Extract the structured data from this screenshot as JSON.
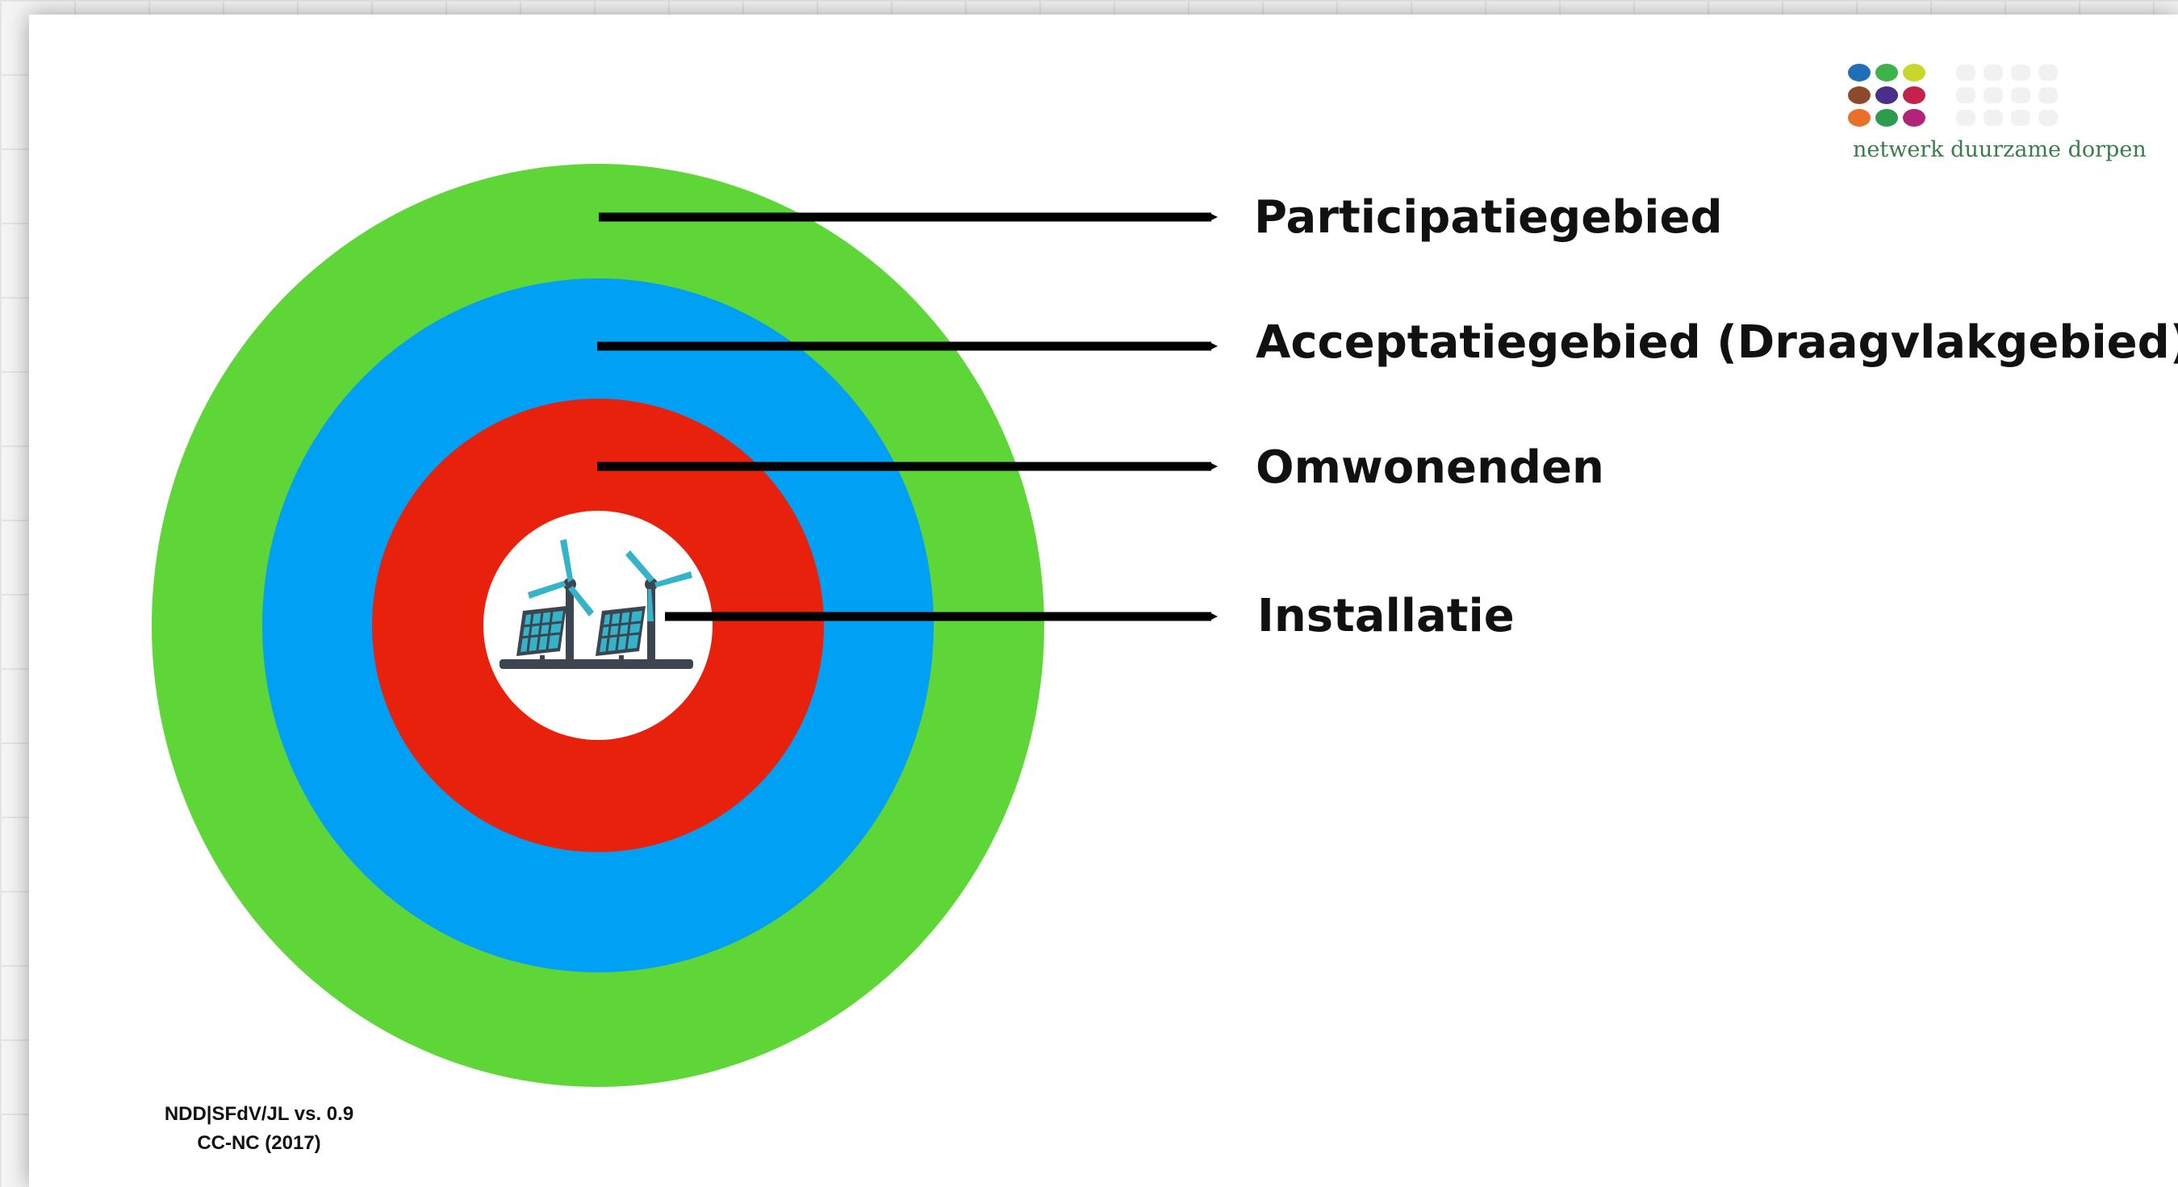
{
  "diagram": {
    "zones": [
      {
        "id": "participatie",
        "label": "Participatiegebied",
        "color": "#5ed637"
      },
      {
        "id": "acceptatie",
        "label": "Acceptatiegebied (Draagvlakgebied)",
        "color": "#00a0f5"
      },
      {
        "id": "omwonenden",
        "label": "Omwonenden",
        "color": "#e8210c"
      },
      {
        "id": "installatie",
        "label": "Installatie",
        "color": "#ffffff"
      }
    ],
    "center_icon": "wind-turbines-and-solar-panels-icon",
    "arrow_color": "#000000"
  },
  "logo": {
    "text": "netwerk duurzame dorpen",
    "dot_colors": [
      "#1e6fb8",
      "#3db34a",
      "#c9d62c",
      "#8b4a2b",
      "#4a2f8a",
      "#c4214d",
      "#e8702a",
      "#2e9c4e",
      "#b0247a"
    ]
  },
  "footer": {
    "line1": "NDD|SFdV/JL vs. 0.9",
    "line2": "CC-NC (2017)"
  }
}
